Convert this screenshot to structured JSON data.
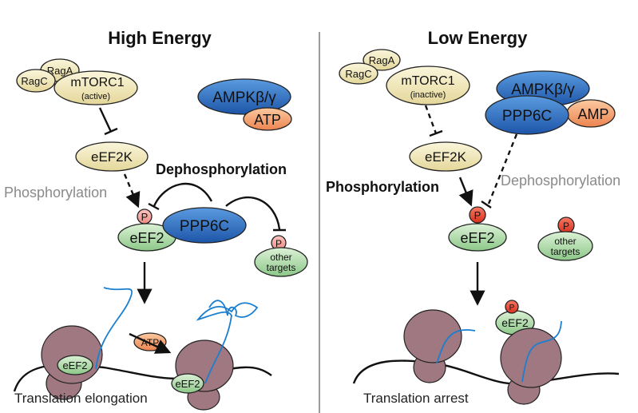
{
  "panels": {
    "high": {
      "title": "High Energy",
      "raga": "RagA",
      "ragc": "RagC",
      "mtorc1": "mTORC1",
      "mtorc1_state": "(active)",
      "eef2k": "eEF2K",
      "ampk": "AMPKβ/γ",
      "atp": "ATP",
      "phosphorylation": "Phosphorylation",
      "dephosphorylation": "Dephosphorylation",
      "p": "P",
      "eef2": "eEF2",
      "ppp6c": "PPP6C",
      "other_targets_1": "other",
      "other_targets_2": "targets",
      "atp_small": "ATP",
      "ribo_eef2_a": "eEF2",
      "ribo_eef2_b": "eEF2",
      "caption": "Translation elongation"
    },
    "low": {
      "title": "Low Energy",
      "raga": "RagA",
      "ragc": "RagC",
      "mtorc1": "mTORC1",
      "mtorc1_state": "(inactive)",
      "eef2k": "eEF2K",
      "ampk": "AMPKβ/γ",
      "ppp6c": "PPP6C",
      "amp": "AMP",
      "phosphorylation": "Phosphorylation",
      "dephosphorylation": "Dephosphorylation",
      "p": "P",
      "eef2": "eEF2",
      "other_targets_1": "other",
      "other_targets_2": "targets",
      "free_p": "P",
      "free_eef2": "eEF2",
      "caption": "Translation arrest"
    }
  },
  "colors": {
    "mtor_yellow": "#efe4b0",
    "eef2_green": "#a8d8a0",
    "ampk_blue": "#2f6fc0",
    "atp_orange": "#f4a070",
    "p_pink": "#f4a6a0",
    "p_red": "#e8402c",
    "ribosome": "#a07882",
    "nascent_chain": "#1a7fd0",
    "divider": "#9a9a9a"
  }
}
